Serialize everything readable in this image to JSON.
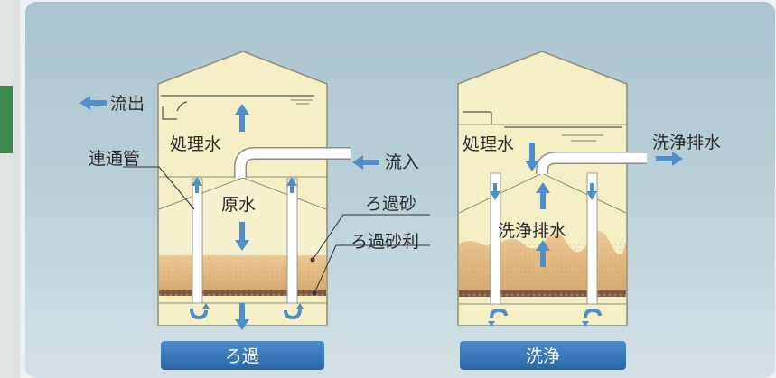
{
  "diagram": {
    "labels": {
      "outflow": "流出",
      "treated_water_left": "処理水",
      "connecting_pipe": "連通管",
      "raw_water": "原水",
      "inflow": "流入",
      "filter_sand": "ろ過砂",
      "filter_gravel": "ろ過砂利",
      "treated_water_right": "処理水",
      "wash_drain_out": "洗浄排水",
      "wash_drain_center": "洗浄排水"
    },
    "buttons": {
      "filtration": "ろ過",
      "washing": "洗浄"
    },
    "colors": {
      "panel_bg": "#b3ccd6",
      "tank_fill": "#f4efc5",
      "sand": "#e0b880",
      "gravel": "#7b5640",
      "arrow_blue": "#4f8fc9",
      "button_blue": "#2f72b4"
    }
  }
}
